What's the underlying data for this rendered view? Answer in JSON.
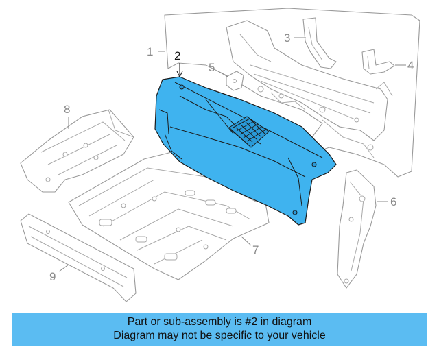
{
  "callouts": {
    "c1": "1",
    "c2": "2",
    "c3": "3",
    "c4": "4",
    "c5": "5",
    "c6": "6",
    "c7": "7",
    "c8": "8",
    "c9": "9"
  },
  "highlighted_part": "2",
  "colors": {
    "highlight": "#3fb3ef",
    "banner": "#5bbcf2",
    "line_art": "#9a9a9a"
  },
  "banner": {
    "line1": "Part or sub-assembly is #2 in diagram",
    "line2": "Diagram may not be specific to your vehicle"
  }
}
